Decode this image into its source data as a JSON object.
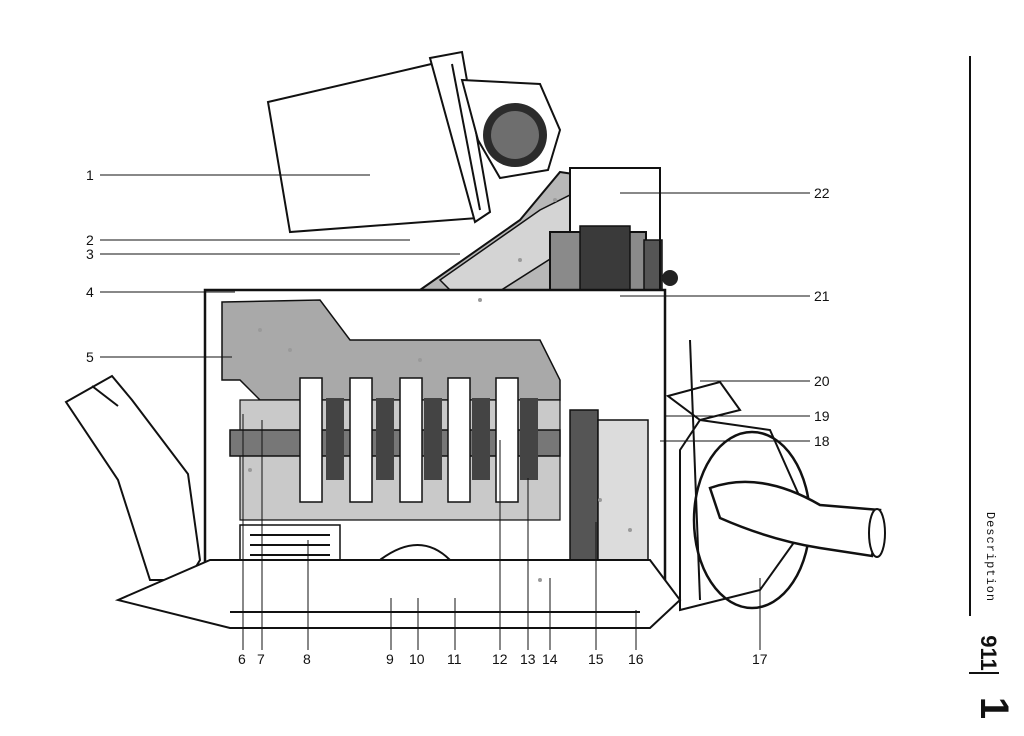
{
  "diagram": {
    "callouts": [
      {
        "id": "1",
        "text": "1"
      },
      {
        "id": "2",
        "text": "2"
      },
      {
        "id": "3",
        "text": "3"
      },
      {
        "id": "4",
        "text": "4"
      },
      {
        "id": "5",
        "text": "5"
      },
      {
        "id": "6",
        "text": "6"
      },
      {
        "id": "7",
        "text": "7"
      },
      {
        "id": "8",
        "text": "8"
      },
      {
        "id": "9",
        "text": "9"
      },
      {
        "id": "10",
        "text": "10"
      },
      {
        "id": "11",
        "text": "11"
      },
      {
        "id": "12",
        "text": "12"
      },
      {
        "id": "13",
        "text": "13"
      },
      {
        "id": "14",
        "text": "14"
      },
      {
        "id": "15",
        "text": "15"
      },
      {
        "id": "16",
        "text": "16"
      },
      {
        "id": "17",
        "text": "17"
      },
      {
        "id": "18",
        "text": "18"
      },
      {
        "id": "19",
        "text": "19"
      },
      {
        "id": "20",
        "text": "20"
      },
      {
        "id": "21",
        "text": "21"
      },
      {
        "id": "22",
        "text": "22"
      }
    ]
  },
  "sidebar": {
    "section_label": "Description",
    "model": "911",
    "page_number": "1"
  }
}
